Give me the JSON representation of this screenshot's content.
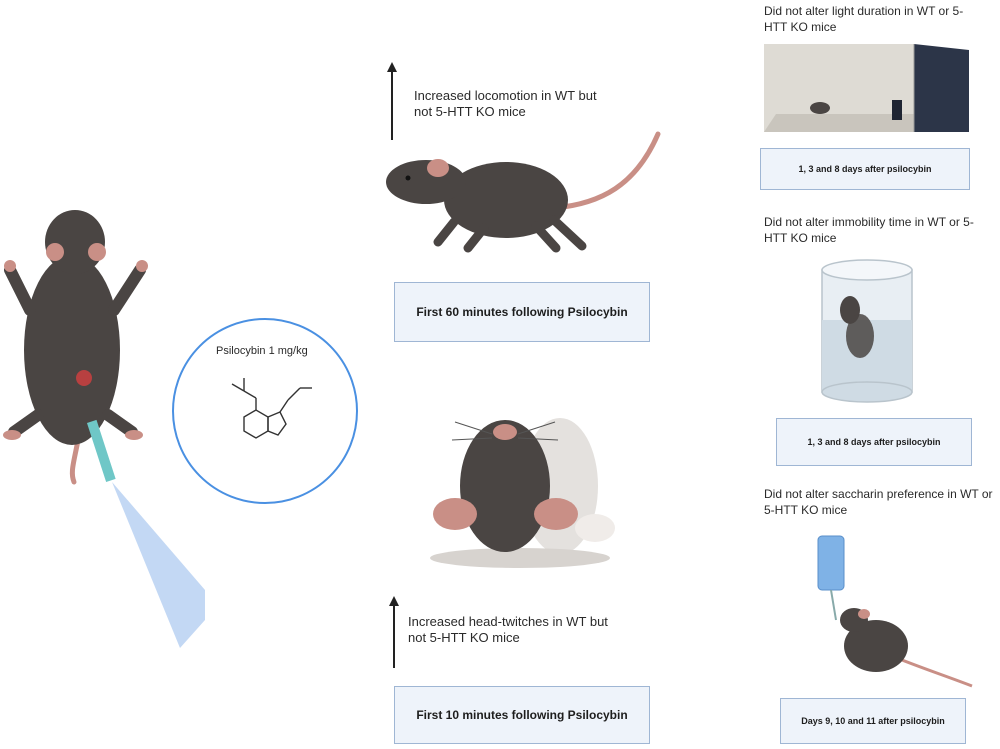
{
  "injection": {
    "drug_label": "Psilocybin 1 mg/kg"
  },
  "locomotion": {
    "finding": "Increased locomotion in WT but not 5-HTT KO mice",
    "timing": "First 60 minutes following Psilocybin"
  },
  "head_twitch": {
    "finding": "Increased head-twitches in WT but not 5-HTT KO mice",
    "timing": "First 10 minutes following Psilocybin"
  },
  "light_dark": {
    "finding": "Did not alter light duration in WT or 5-HTT KO mice",
    "timing": "1, 3 and 8 days after psilocybin"
  },
  "forced_swim": {
    "finding": "Did not alter immobility time in WT or 5-HTT KO mice",
    "timing": "1, 3 and 8 days after psilocybin"
  },
  "saccharin": {
    "finding": "Did not alter saccharin preference in WT or 5-HTT KO mice",
    "timing": "Days 9, 10 and 11 after psilocybin"
  },
  "colors": {
    "mouse_body": "#4a4543",
    "mouse_pink": "#c98f86",
    "box_border": "#9fb6d4",
    "box_fill": "#eef3fa",
    "callout_ring": "#4a90e2"
  }
}
